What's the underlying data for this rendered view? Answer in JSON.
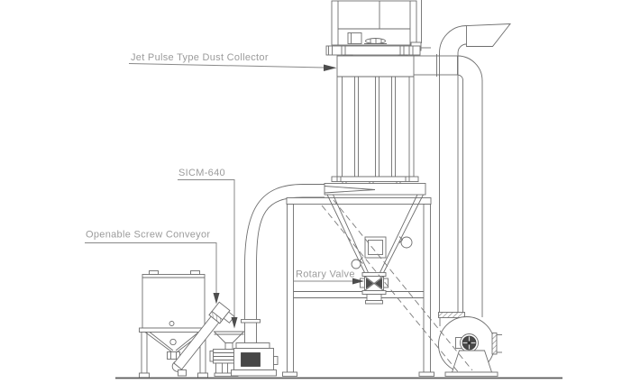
{
  "page": {
    "background_color": "#ffffff"
  },
  "diagram": {
    "type": "equipment-schematic",
    "labels": {
      "dust_collector": "Jet Pulse Type Dust Collector",
      "mill_model": "SICM-640",
      "screw_conveyor": "Openable Screw Conveyor",
      "rotary_valve": "Rotary Valve"
    },
    "colors": {
      "drawing_line": "#6e6e6e",
      "label_text": "#9b9b9b",
      "leader_line": "#888888",
      "arrowhead": "#4d4d4d",
      "dark_fill": "#474747",
      "ground_line": "#5a5a5a"
    }
  }
}
